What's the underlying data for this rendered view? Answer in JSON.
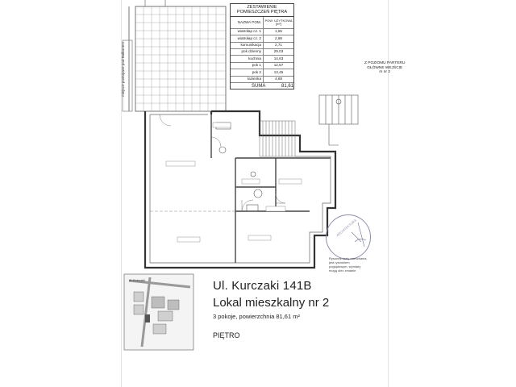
{
  "table": {
    "title_line1": "ZESTAWIENIE",
    "title_line2": "POMIESZCZEŃ PIĘTRA",
    "col_name": "NAZWA POM.",
    "col_area": "POW. UŻYTKOWA [m²]",
    "rows": [
      {
        "name": "wiatrołap cz. 1",
        "area": "1,55"
      },
      {
        "name": "wiatrołap cz. 2",
        "area": "2,98"
      },
      {
        "name": "komunikacja",
        "area": "2,71"
      },
      {
        "name": "pok dzienny",
        "area": "29,03"
      },
      {
        "name": "kuchnia",
        "area": "14,63"
      },
      {
        "name": "pok 1",
        "area": "12,57"
      },
      {
        "name": "pok 2",
        "area": "13,45"
      },
      {
        "name": "łazienka",
        "area": "4,69"
      }
    ],
    "sum_label": "SUMA",
    "sum_value": "81,61"
  },
  "entrance_note": {
    "line1": "Z POZIOMU PARTERU",
    "line2": "GŁÓWNE WEJŚCIE",
    "line3": "m nr 2"
  },
  "info": {
    "street": "Ul. Kurczaki 141B",
    "unit": "Lokal mieszkalny nr 2",
    "description": "3 pokoje, powierzchnia 81,61 m²",
    "floor": "PIĘTRO"
  },
  "map_label": "ul. Kurczaki",
  "side_label": "miejsce postojowe pod Balkonem",
  "disclaimer": "Rysunek karty mieszkania jest rysunkiem poglądowym, wymiary mogą ulec zmianie",
  "stamp_text": "ARCHITEKTURA"
}
